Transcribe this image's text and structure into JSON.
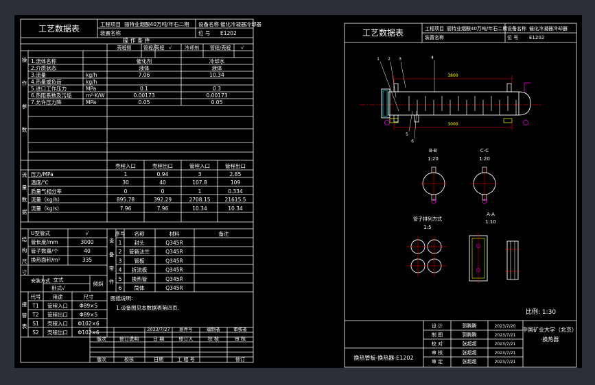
{
  "colors": {
    "bg": "#2b3038",
    "canvas": "#000000",
    "line": "#ffffff",
    "red": "#ff0000",
    "yellow": "#ffff00",
    "cyan": "#00ffff",
    "magenta": "#ff00ff",
    "green": "#00ff00"
  },
  "sheet1": {
    "title": "工艺数据表",
    "proj_label": "工程项目",
    "proj_value": "丽特业烟酸40万吨/年石二期",
    "device_label": "装置名称",
    "name_label": "设备名称",
    "name_value": "催化冷凝器冷却器",
    "no_label": "位 号",
    "no_value": "E1202",
    "op_header": "操 作 条 件",
    "col_shell": "壳程侧",
    "col_shell_name": "管程/壳程",
    "col_check": "√",
    "col_cool": "冷却剂",
    "col_tube": "管程/壳程",
    "col_tube_check": "√",
    "section_a": [
      "操",
      "作",
      "参",
      "数"
    ],
    "rows_a": [
      {
        "label": "1.流体名称",
        "unit": "",
        "v1": "催化剂",
        "v2": "冷却水"
      },
      {
        "label": "2.介质状态",
        "unit": "",
        "v1": "液体",
        "v2": "液体"
      },
      {
        "label": "3.流量",
        "unit": "kg/h",
        "v1": "7.06",
        "v2": "10.34"
      },
      {
        "label": "4.热量或负荷",
        "unit": "kg/h",
        "v1": "",
        "v2": ""
      },
      {
        "label": "5.进口工作压力",
        "unit": "MPa",
        "v1": "0.1",
        "v2": "0.3"
      },
      {
        "label": "6.热阻系数及污垢",
        "unit": "m²·K/W",
        "v1": "0.00173",
        "v2": "0.00173"
      },
      {
        "label": "7.允许压力降",
        "unit": "MPa",
        "v1": "0.05",
        "v2": "0.05"
      }
    ],
    "flow_headers": [
      "壳程入口",
      "壳程出口",
      "管程入口",
      "管程出口"
    ],
    "section_b": [
      "流",
      "量",
      "数",
      "据"
    ],
    "rows_b": [
      {
        "label": "压力/MPa",
        "v": [
          "1",
          "0.94",
          "3",
          "2.85"
        ]
      },
      {
        "label": "温度/℃",
        "v": [
          "30",
          "40",
          "107.8",
          "109"
        ]
      },
      {
        "label": "质量气相分率",
        "v": [
          "0",
          "0",
          "1",
          "0.334"
        ]
      },
      {
        "label": "流量（kg/h）",
        "v": [
          "895.78",
          "392.29",
          "2708.15",
          "21615.5"
        ]
      },
      {
        "label": "流量（kg/s）",
        "v": [
          "7.96",
          "7.96",
          "10.34",
          "10.34"
        ]
      }
    ],
    "section_c": [
      "结",
      "构",
      "尺",
      "寸"
    ],
    "struct": [
      {
        "label": "U型管式",
        "value": "√"
      },
      {
        "label": "管长度/mm",
        "value": "3000"
      },
      {
        "label": "管子数量/个",
        "value": "40"
      },
      {
        "label": "换热面积/m²",
        "value": "335"
      }
    ],
    "install_label": "安装方式",
    "install_opts": [
      "立式",
      "卧式√",
      "倾斜"
    ],
    "nozzle_section": [
      "接",
      "管",
      "表"
    ],
    "nozzle_headers": [
      "代号",
      "用途",
      "尺寸"
    ],
    "nozzles": [
      {
        "code": "T1",
        "use": "管程入口",
        "size": "Φ89×5"
      },
      {
        "code": "T2",
        "use": "管程出口",
        "size": "Φ89×5"
      },
      {
        "code": "S1",
        "use": "壳程入口",
        "size": "Φ102×6"
      },
      {
        "code": "S2",
        "use": "壳程出口",
        "size": "Φ102×6"
      }
    ],
    "parts_section": [
      "设",
      "备",
      "零",
      "件"
    ],
    "parts_headers": [
      "序号",
      "名称",
      "材料",
      "备注"
    ],
    "parts": [
      {
        "no": "1",
        "name": "封头",
        "mat": "Q345R"
      },
      {
        "no": "2",
        "name": "管箱法兰",
        "mat": "Q345R"
      },
      {
        "no": "3",
        "name": "管板",
        "mat": "Q345R"
      },
      {
        "no": "4",
        "name": "折流板",
        "mat": "Q345R"
      },
      {
        "no": "5",
        "name": "换热管",
        "mat": "Q345R"
      },
      {
        "no": "6",
        "name": "筒体",
        "mat": "Q345R"
      }
    ],
    "notes_title": "图纸说明:",
    "notes": [
      "1.设备图见本数据表第四页."
    ],
    "rev": {
      "date": "2023/7/27",
      "change": "原件号",
      "design": "编制者",
      "check": "审核者"
    },
    "rev_headers": [
      "版次",
      "修订说明",
      "日 期",
      "修订人",
      "校 核",
      "审 核"
    ],
    "bottom_headers": [
      "版次",
      "校核",
      "日期",
      "工 程 号",
      "修订"
    ]
  },
  "sheet2": {
    "title": "工艺数据表",
    "proj_label": "工程项目",
    "proj_value": "丽特业烟酸40万吨/年石二期",
    "device_label": "装置名称",
    "name_label": "设备名称",
    "name_value": "催化冷凝器冷却器",
    "no_label": "位 号",
    "no_value": "E1202",
    "dims": [
      "3000",
      "3000",
      "3800"
    ],
    "balloons": [
      "1",
      "2",
      "3",
      "4",
      "5",
      "6"
    ],
    "section_bb": "B-B",
    "section_cc": "C-C",
    "scale_bb": "1:20",
    "scale_cc": "1:20",
    "tube_layout_label": "管子排列方式",
    "tube_layout_scale": "1:5",
    "section_aa": "A-A",
    "scale_aa": "1:10",
    "scale_main": "比例: 1:30",
    "drawing_title": "换热管板-换热器-E1202",
    "school": "中国矿业大学（北京）",
    "school2": "·换热器",
    "tb": [
      {
        "role": "设 计",
        "name": "郭腾腾",
        "date": "2023/7/20"
      },
      {
        "role": "制 图",
        "name": "郭腾腾",
        "date": "2023/7/21"
      },
      {
        "role": "校 对",
        "name": "张超超",
        "date": "2023/7/21"
      },
      {
        "role": "审 核",
        "name": "张超超",
        "date": "2023/7/21"
      },
      {
        "role": "审 定",
        "name": "张超超",
        "date": "2023/7/21"
      }
    ]
  }
}
